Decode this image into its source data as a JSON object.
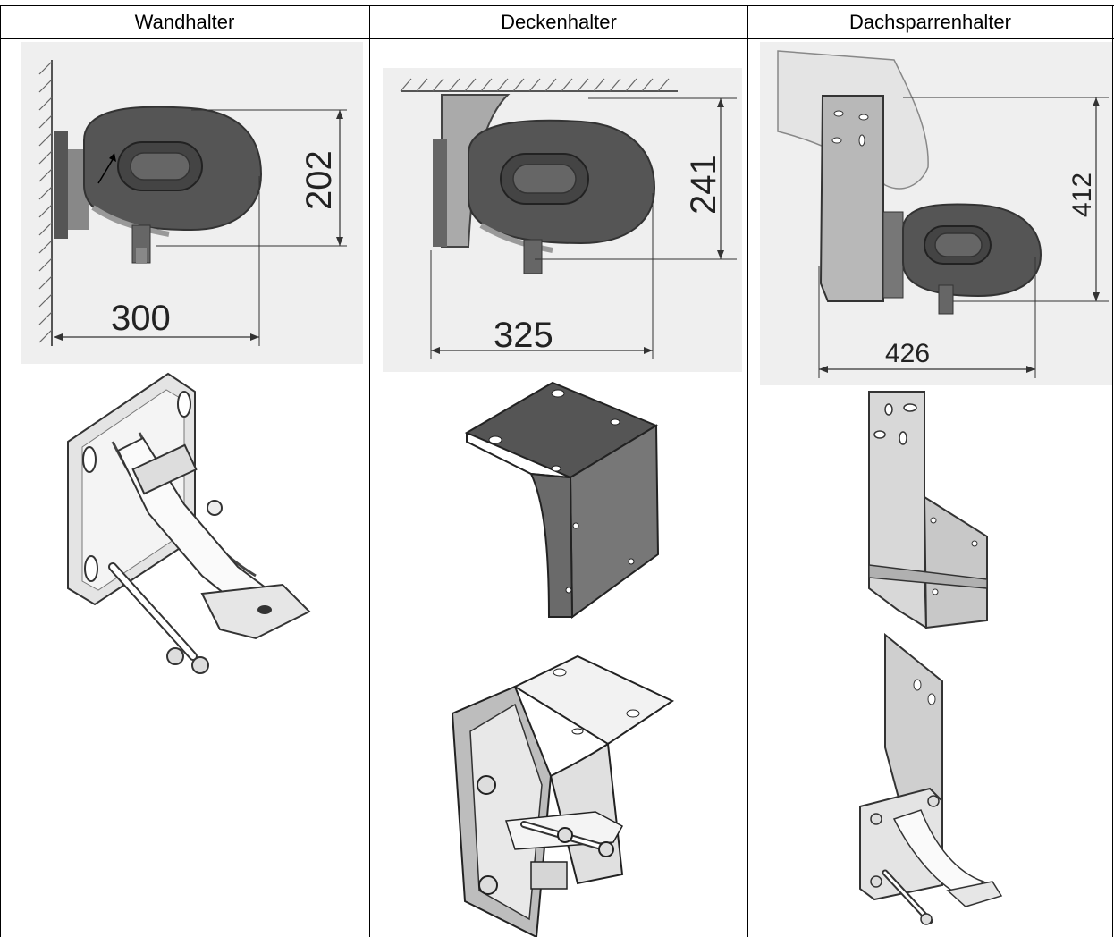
{
  "columns": [
    {
      "header": "Wandhalter",
      "dim_width": "300",
      "dim_height": "202"
    },
    {
      "header": "Deckenhalter",
      "dim_width": "325",
      "dim_height": "241"
    },
    {
      "header": "Dachsparrenhalter",
      "dim_width": "426",
      "dim_height": "412"
    }
  ]
}
